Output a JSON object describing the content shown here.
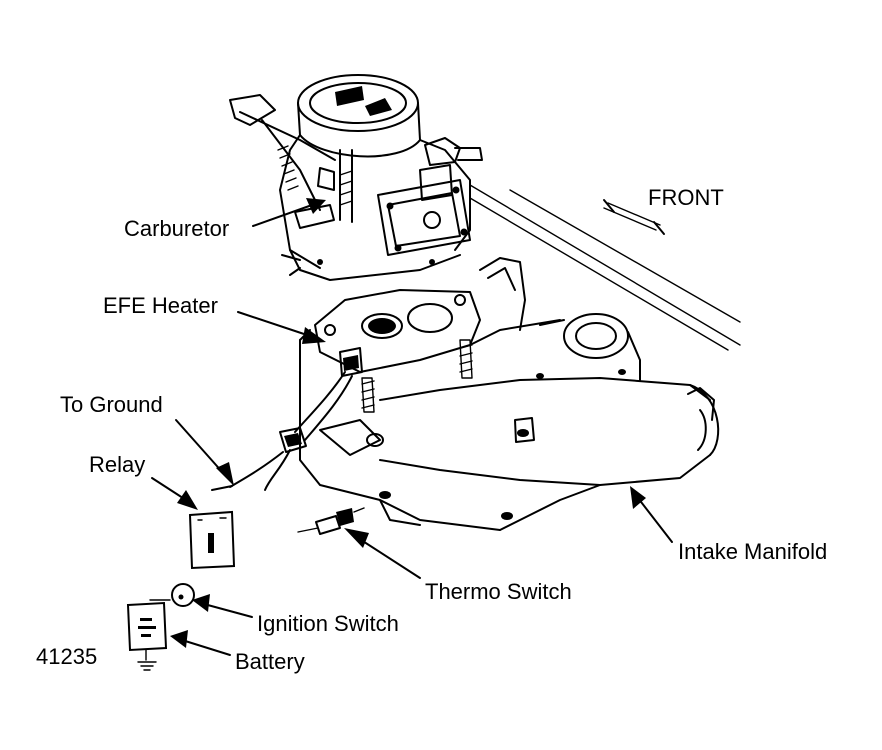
{
  "labels": {
    "carburetor": "Carburetor",
    "efe_heater": "EFE Heater",
    "to_ground": "To Ground",
    "relay": "Relay",
    "intake_manifold": "Intake Manifold",
    "thermo_switch": "Thermo Switch",
    "ignition_switch": "Ignition Switch",
    "battery": "Battery",
    "front": "FRONT",
    "figure_number": "41235"
  }
}
